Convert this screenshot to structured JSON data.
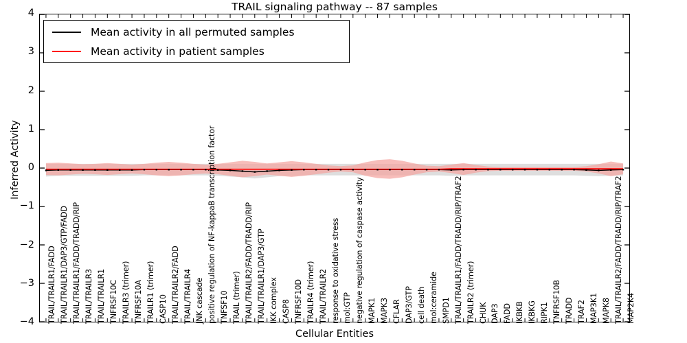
{
  "chart_data": {
    "type": "line",
    "title": "TRAIL signaling pathway -- 87 samples",
    "xlabel": "Cellular Entities",
    "ylabel": "Inferred Activity",
    "ylim": [
      -4,
      4
    ],
    "yticks": [
      "4",
      "3",
      "2",
      "1",
      "0",
      "-1",
      "-2",
      "-3",
      "-4"
    ],
    "ytick_values": [
      4,
      3,
      2,
      1,
      0,
      -1,
      -2,
      -3,
      -4
    ],
    "grid": false,
    "legend_position": "upper left",
    "sample_count": "87",
    "legend": [
      {
        "label": "Mean activity in all permuted samples",
        "color": "#000000"
      },
      {
        "label": "Mean activity in patient samples",
        "color": "#ff0000"
      }
    ],
    "categories": [
      "TRAIL/TRAILR1/FADD",
      "TRAIL/TRAILR1/DAP3/GTP/FADD",
      "TRAIL/TRAILR1/FADD/TRADD/RIP",
      "TRAIL/TRAILR3",
      "TRAIL/TRAILR1",
      "TNFRSF10C",
      "TRAILR3 (trimer)",
      "TNFRSF10A",
      "TRAILR1 (trimer)",
      "CASP10",
      "TRAIL/TRAILR2/FADD",
      "TRAIL/TRAILR4",
      "JNK cascade",
      "positive regulation of NF-kappaB transcription factor",
      "TNFSF10",
      "TRAIL (trimer)",
      "TRAIL/TRAILR2/FADD/TRADD/RIP",
      "TRAIL/TRAILR1/DAP3/GTP",
      "IKK complex",
      "CASP8",
      "TNFRSF10D",
      "TRAILR4 (trimer)",
      "TRAIL/TRAILR2",
      "response to oxidative stress",
      "mol:GTP",
      "negative regulation of caspase activity",
      "MAPK1",
      "MAPK3",
      "CFLAR",
      "DAP3/GTP",
      "cell death",
      "mol:ceramide",
      "SMPD1",
      "TRAIL/TRAILR1/FADD/TRADD/RIP/TRAF2",
      "TRAILR2 (trimer)",
      "CHUK",
      "DAP3",
      "FADD",
      "IKBKB",
      "IKBKG",
      "RIPK1",
      "TNFRSF10B",
      "TRADD",
      "TRAF2",
      "MAP3K1",
      "MAPK8",
      "TRAIL/TRAILR2/FADD/TRADD/RIP/TRAF2",
      "MAP2K4"
    ],
    "series": [
      {
        "name": "Mean activity in all permuted samples",
        "color": "#000000",
        "values": [
          -0.06,
          -0.05,
          -0.05,
          -0.05,
          -0.05,
          -0.05,
          -0.05,
          -0.05,
          -0.04,
          -0.04,
          -0.04,
          -0.04,
          -0.04,
          -0.04,
          -0.05,
          -0.06,
          -0.08,
          -0.1,
          -0.08,
          -0.06,
          -0.05,
          -0.04,
          -0.04,
          -0.04,
          -0.04,
          -0.04,
          -0.04,
          -0.04,
          -0.04,
          -0.04,
          -0.04,
          -0.04,
          -0.04,
          -0.05,
          -0.04,
          -0.04,
          -0.04,
          -0.04,
          -0.04,
          -0.04,
          -0.04,
          -0.04,
          -0.04,
          -0.04,
          -0.05,
          -0.06,
          -0.05,
          -0.04
        ],
        "band_name": "permuted band (std dev)",
        "band_color": "#d8d8d8",
        "band_lower": [
          -0.22,
          -0.2,
          -0.2,
          -0.2,
          -0.2,
          -0.2,
          -0.2,
          -0.2,
          -0.19,
          -0.19,
          -0.19,
          -0.19,
          -0.19,
          -0.19,
          -0.2,
          -0.22,
          -0.24,
          -0.27,
          -0.24,
          -0.21,
          -0.2,
          -0.19,
          -0.19,
          -0.19,
          -0.19,
          -0.19,
          -0.19,
          -0.19,
          -0.19,
          -0.19,
          -0.19,
          -0.19,
          -0.19,
          -0.2,
          -0.19,
          -0.19,
          -0.19,
          -0.19,
          -0.19,
          -0.19,
          -0.19,
          -0.19,
          -0.19,
          -0.19,
          -0.2,
          -0.21,
          -0.2,
          -0.19
        ],
        "band_upper": [
          0.11,
          0.11,
          0.11,
          0.11,
          0.11,
          0.11,
          0.11,
          0.11,
          0.11,
          0.11,
          0.11,
          0.11,
          0.11,
          0.11,
          0.11,
          0.11,
          0.11,
          0.11,
          0.11,
          0.11,
          0.11,
          0.11,
          0.11,
          0.11,
          0.11,
          0.11,
          0.11,
          0.11,
          0.11,
          0.11,
          0.11,
          0.11,
          0.11,
          0.11,
          0.11,
          0.11,
          0.11,
          0.11,
          0.11,
          0.11,
          0.11,
          0.11,
          0.11,
          0.11,
          0.11,
          0.11,
          0.11,
          0.11
        ]
      },
      {
        "name": "Mean activity in patient samples",
        "color": "#ff0000",
        "values": [
          -0.03,
          -0.03,
          -0.03,
          -0.03,
          -0.03,
          -0.03,
          -0.03,
          -0.03,
          -0.03,
          -0.03,
          -0.03,
          -0.03,
          -0.03,
          -0.03,
          -0.03,
          -0.03,
          -0.03,
          -0.03,
          -0.03,
          -0.03,
          -0.03,
          -0.03,
          -0.03,
          -0.03,
          -0.03,
          -0.03,
          -0.03,
          -0.03,
          -0.03,
          -0.03,
          -0.03,
          -0.03,
          -0.03,
          -0.02,
          -0.02,
          -0.02,
          -0.02,
          -0.02,
          -0.02,
          -0.02,
          -0.02,
          -0.02,
          -0.02,
          -0.02,
          -0.02,
          -0.02,
          -0.02,
          -0.02
        ],
        "band_name": "patient band (std dev)",
        "band_color": "#f4a3a0",
        "band_lower": [
          -0.18,
          -0.19,
          -0.17,
          -0.15,
          -0.16,
          -0.18,
          -0.16,
          -0.14,
          -0.16,
          -0.19,
          -0.21,
          -0.19,
          -0.16,
          -0.14,
          -0.16,
          -0.2,
          -0.24,
          -0.21,
          -0.17,
          -0.2,
          -0.23,
          -0.2,
          -0.16,
          -0.12,
          -0.09,
          -0.11,
          -0.2,
          -0.26,
          -0.28,
          -0.24,
          -0.17,
          -0.11,
          -0.09,
          -0.13,
          -0.18,
          -0.12,
          -0.08,
          -0.07,
          -0.07,
          -0.07,
          -0.07,
          -0.07,
          -0.07,
          -0.07,
          -0.09,
          -0.14,
          -0.21,
          -0.16
        ],
        "band_upper": [
          0.13,
          0.14,
          0.12,
          0.1,
          0.11,
          0.13,
          0.11,
          0.09,
          0.11,
          0.14,
          0.16,
          0.14,
          0.11,
          0.09,
          0.11,
          0.15,
          0.19,
          0.16,
          0.12,
          0.15,
          0.18,
          0.15,
          0.11,
          0.07,
          0.05,
          0.07,
          0.15,
          0.21,
          0.23,
          0.19,
          0.12,
          0.06,
          0.05,
          0.09,
          0.13,
          0.08,
          0.04,
          0.03,
          0.03,
          0.03,
          0.03,
          0.03,
          0.03,
          0.03,
          0.05,
          0.1,
          0.17,
          0.12
        ]
      }
    ]
  }
}
